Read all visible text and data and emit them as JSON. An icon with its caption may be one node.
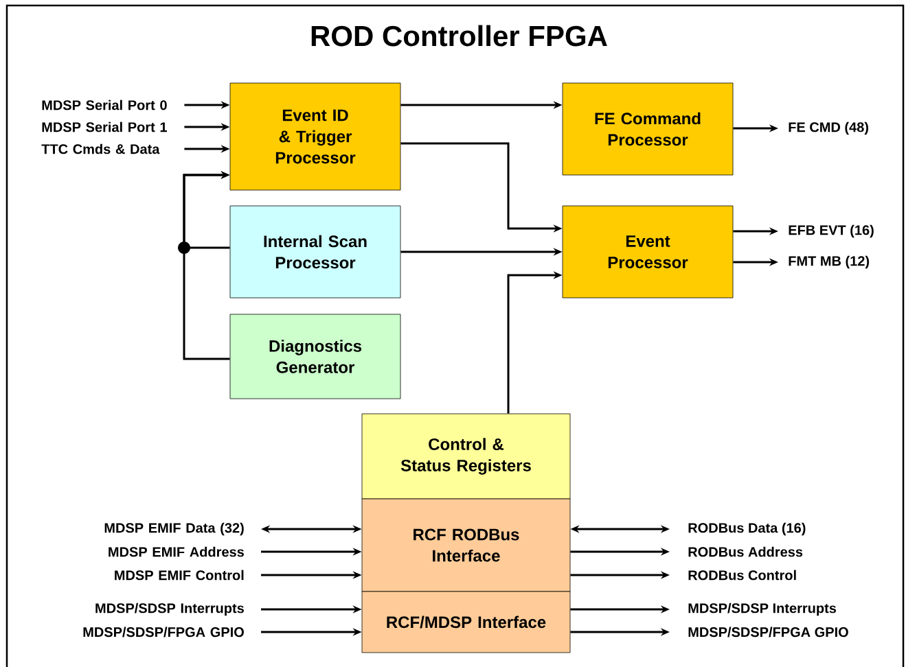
{
  "diagram": {
    "title": "ROD Controller FPGA",
    "nodes": [
      {
        "text": [
          "Event ID & Trigger Processor"
        ]
      },
      {
        "text": [
          "FE Command Processor"
        ]
      },
      {
        "text": [
          "Internal Scan Processor"
        ]
      },
      {
        "text": [
          "Event Processor"
        ]
      },
      {
        "text": [
          "Diagnostics Generator"
        ]
      },
      {
        "text": [
          "Control & Status Registers"
        ]
      },
      {
        "text": [
          "RCF RODBus Interface"
        ]
      },
      {
        "text": [
          "RCF/MDSP Interface"
        ]
      },
      {
        "text": [
          "MDSP Serial Port 0"
        ]
      },
      {
        "text": [
          "MDSP Serial Port 1"
        ]
      },
      {
        "text": [
          "TTC Cmds & Data"
        ]
      },
      {
        "text": [
          "FE CMD (48)"
        ]
      },
      {
        "text": [
          "EFB EVT (16)"
        ]
      },
      {
        "text": [
          "FMT MB (12)"
        ]
      },
      {
        "text": [
          "MDSP EMIF Data (32)"
        ]
      },
      {
        "text": [
          "MDSP EMIF Address"
        ]
      },
      {
        "text": [
          "MDSP EMIF Control"
        ]
      },
      {
        "text": [
          "MDSP/SDSP Interrupts"
        ]
      },
      {
        "text": [
          "MDSP/SDSP/FPGA GPIO"
        ]
      },
      {
        "text": [
          "RODBus Data (16)"
        ]
      },
      {
        "text": [
          "RODBus Address"
        ]
      },
      {
        "text": [
          "RODBus Control"
        ]
      },
      {
        "text": [
          "MDSP/SDSP Interrupts"
        ]
      },
      {
        "text": [
          "MDSP/SDSP/FPGA GPIO"
        ]
      }
    ],
    "edges": [
      {
        "from": 8,
        "to": 0,
        "arrow": "to"
      },
      {
        "from": 9,
        "to": 0,
        "arrow": "to"
      },
      {
        "from": 10,
        "to": 0,
        "arrow": "to"
      },
      {
        "from": 0,
        "to": 1,
        "arrow": "to"
      },
      {
        "from": 0,
        "to": 3,
        "arrow": "to"
      },
      {
        "from": 2,
        "to": 3,
        "arrow": "to"
      },
      {
        "from": 5,
        "to": 3,
        "arrow": "to"
      },
      {
        "from": 2,
        "to": 0,
        "arrow": "to"
      },
      {
        "from": 4,
        "to": 0,
        "arrow": "to"
      },
      {
        "from": 1,
        "to": 11,
        "arrow": "to"
      },
      {
        "from": 3,
        "to": 12,
        "arrow": "to"
      },
      {
        "from": 3,
        "to": 13,
        "arrow": "to"
      },
      {
        "from": 14,
        "to": 6,
        "arrow": "both"
      },
      {
        "from": 15,
        "to": 6,
        "arrow": "to"
      },
      {
        "from": 16,
        "to": 6,
        "arrow": "to"
      },
      {
        "from": 17,
        "to": 7,
        "arrow": "to"
      },
      {
        "from": 18,
        "to": 7,
        "arrow": "to"
      },
      {
        "from": 6,
        "to": 19,
        "arrow": "both"
      },
      {
        "from": 6,
        "to": 20,
        "arrow": "to"
      },
      {
        "from": 6,
        "to": 21,
        "arrow": "to"
      },
      {
        "from": 7,
        "to": 22,
        "arrow": "to"
      },
      {
        "from": 7,
        "to": 23,
        "arrow": "to"
      }
    ]
  }
}
